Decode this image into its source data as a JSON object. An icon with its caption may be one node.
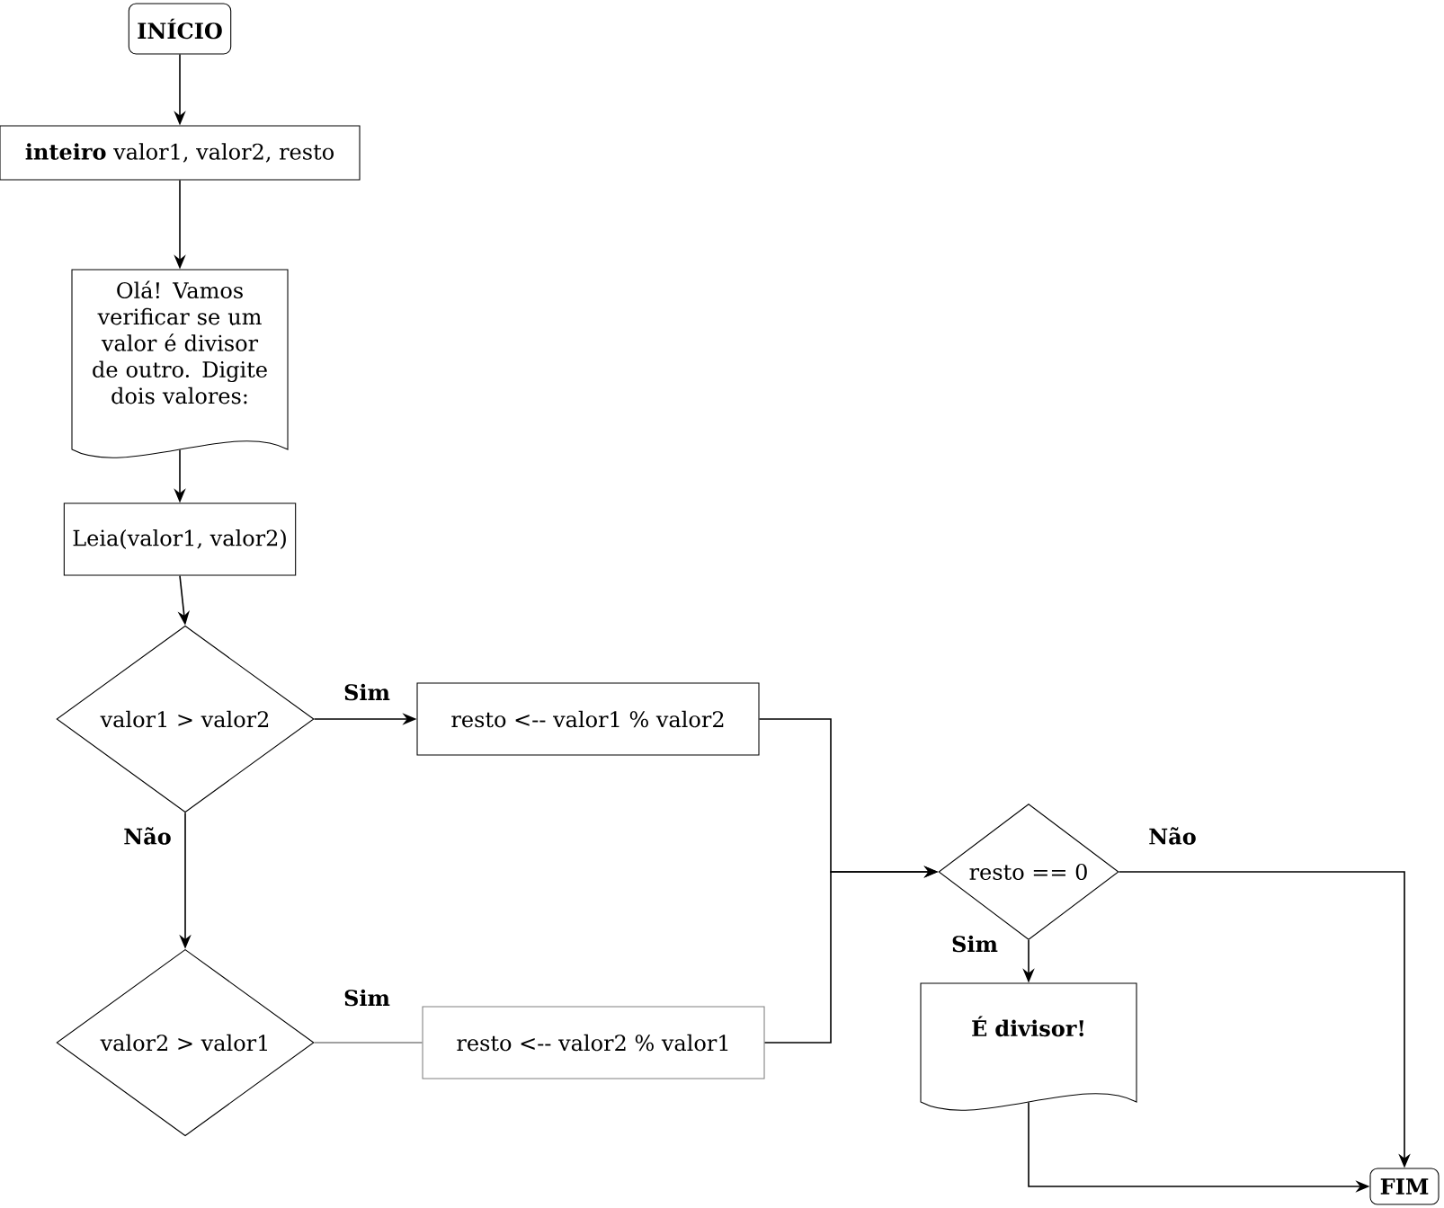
{
  "diagram": {
    "nodes": [
      {
        "text": [
          "INÍCIO"
        ]
      },
      {
        "text": [
          "**inteiro** valor1, valor2, resto"
        ]
      },
      {
        "text": [
          "Olá! Vamos verificar se um valor é divisor de outro. Digite dois valores:"
        ]
      },
      {
        "text": [
          "Leia(valor1, valor2)"
        ]
      },
      {
        "text": [
          "valor1 > valor2"
        ]
      },
      {
        "text": [
          "resto <-- valor1 % valor2"
        ]
      },
      {
        "text": [
          "valor2 > valor1"
        ]
      },
      {
        "text": [
          "resto <-- valor2 % valor1"
        ]
      },
      {
        "text": [
          "resto == 0"
        ]
      },
      {
        "text": [
          "É divisor!"
        ]
      },
      {
        "text": [
          "FIM"
        ]
      }
    ],
    "edges": [
      {
        "from": 0,
        "to": 1,
        "arrow": "to"
      },
      {
        "from": 1,
        "to": 2,
        "arrow": "to"
      },
      {
        "from": 2,
        "to": 3,
        "arrow": "to"
      },
      {
        "from": 3,
        "to": 4,
        "arrow": "to"
      },
      {
        "from": 4,
        "to": 5,
        "arrow": "to",
        "label": "Sim"
      },
      {
        "from": 4,
        "to": 6,
        "arrow": "to",
        "label": "Não"
      },
      {
        "from": 6,
        "to": 7,
        "arrow": "none",
        "label": "Sim",
        "color": "#808080"
      },
      {
        "from": 5,
        "to": 8,
        "arrow": "to"
      },
      {
        "from": 7,
        "to": 8,
        "arrow": "to"
      },
      {
        "from": 8,
        "to": 9,
        "arrow": "to",
        "label": "Sim"
      },
      {
        "from": 8,
        "to": 10,
        "arrow": "to",
        "label": "Não"
      },
      {
        "from": 9,
        "to": 10,
        "arrow": "to"
      }
    ]
  }
}
